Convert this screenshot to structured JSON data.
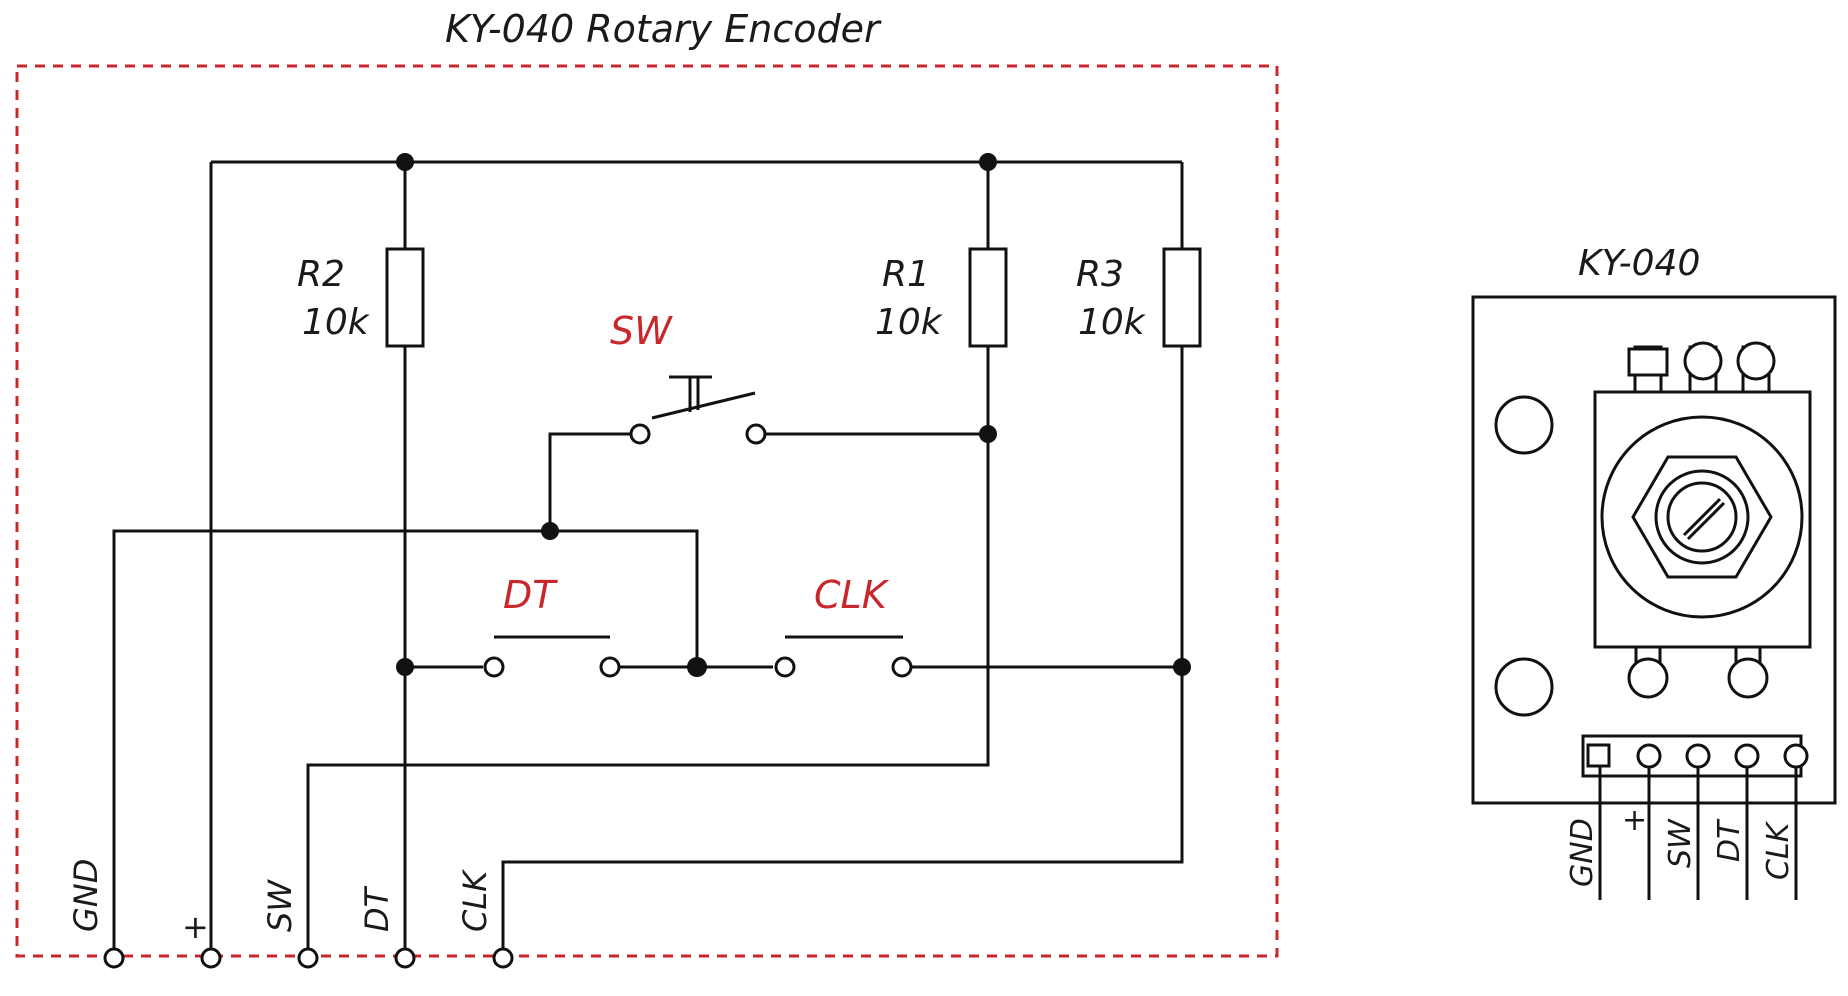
{
  "schematic": {
    "title": "KY-040 Rotary Encoder",
    "resistors": {
      "r1": {
        "name": "R1",
        "value": "10k"
      },
      "r2": {
        "name": "R2",
        "value": "10k"
      },
      "r3": {
        "name": "R3",
        "value": "10k"
      }
    },
    "switches": {
      "sw": "SW",
      "dt": "DT",
      "clk": "CLK"
    },
    "pins": {
      "gnd": "GND",
      "plus": "+",
      "sw": "SW",
      "dt": "DT",
      "clk": "CLK"
    },
    "border_color": "#c8282c"
  },
  "module": {
    "title": "KY-040",
    "pins": {
      "gnd": "GND",
      "plus": "+",
      "sw": "SW",
      "dt": "DT",
      "clk": "CLK"
    }
  }
}
